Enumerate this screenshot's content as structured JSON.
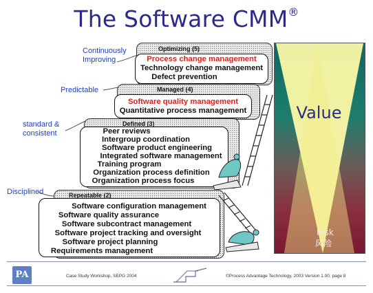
{
  "title": "The Software CMM",
  "title_mark": "®",
  "labels": {
    "continuously": "Continuously\nImproving",
    "predictable": "Predictable",
    "standard": "standard &\nconsistent",
    "disciplined": "Disciplined"
  },
  "levels": {
    "optimizing": {
      "tab": "Optimizing (5)",
      "items": [
        "Process change management",
        "Technology change management",
        "Defect prevention"
      ]
    },
    "managed": {
      "tab": "Managed (4)",
      "items": [
        "Software quality management",
        "Quantitative process management"
      ]
    },
    "defined": {
      "tab": "Defined (3)",
      "items": [
        "Peer reviews",
        "Intergroup coordination",
        "Software product engineering",
        "Integrated software management",
        "Training program",
        "Organization process definition",
        "Organization process focus"
      ]
    },
    "repeatable": {
      "tab": "Repeatable (2)",
      "items": [
        "Software configuration management",
        "Software quality assurance",
        "Software subcontract management",
        "Software project tracking and oversight",
        "Software project planning",
        "Requirements management"
      ]
    }
  },
  "value_panel": {
    "value": "Value",
    "risk": "Risk",
    "risk_cn": "风险"
  },
  "footer": {
    "left": "Case Study Workshop, SEPG 2004",
    "right": "©Process Advantage Technology, 2003     Version 1.00, page 8",
    "logo": "PA"
  },
  "colors": {
    "title": "#2a2a8a",
    "label": "#1f3fbf",
    "highlight": "#e0201c"
  }
}
